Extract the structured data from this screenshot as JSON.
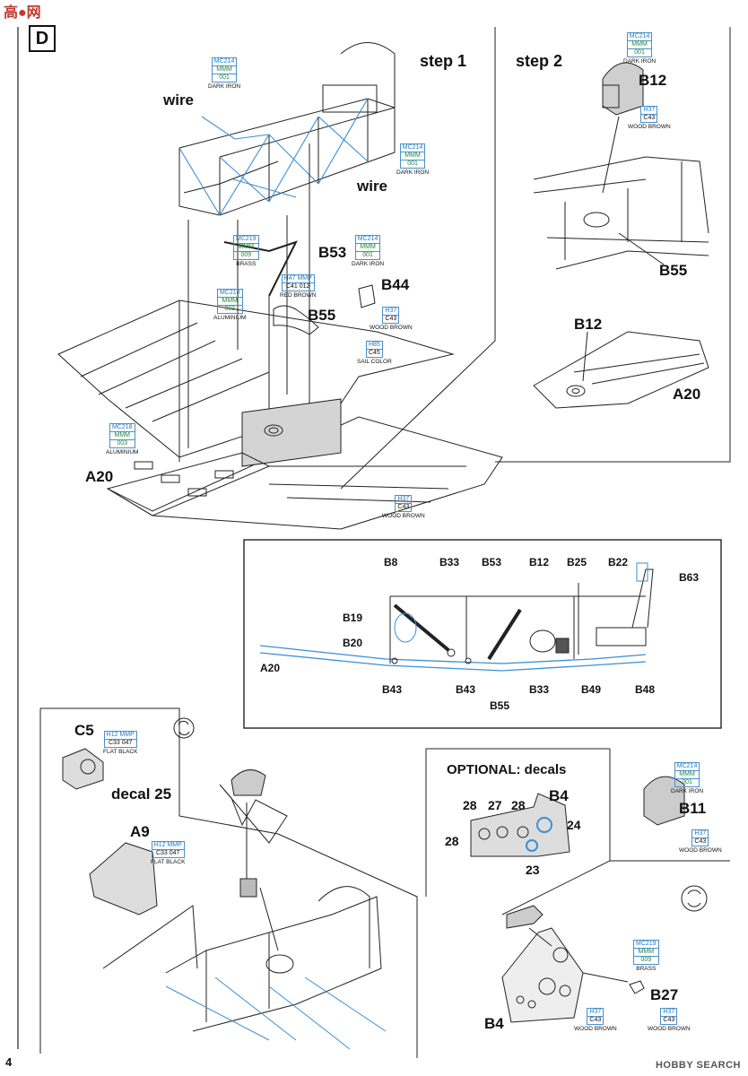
{
  "header": {
    "logo_text": "高●网",
    "section_letter": "D"
  },
  "steps": {
    "step1": "step 1",
    "step2": "step 2"
  },
  "wire_labels": [
    "wire",
    "wire"
  ],
  "parts": {
    "b53": "B53",
    "b44": "B44",
    "b55": "B55",
    "a20": "A20",
    "b12_top": "B12",
    "b55_right": "B55",
    "b12_mid": "B12",
    "a20_right": "A20",
    "c5": "C5",
    "decal25": "decal 25",
    "a9": "A9",
    "b4": "B4",
    "b4_bottom": "B4",
    "b11": "B11",
    "b27": "B27"
  },
  "detail_labels": {
    "top": [
      "B8",
      "B33",
      "B53",
      "B12",
      "B25",
      "B22",
      "B63"
    ],
    "left": [
      "B19",
      "B20",
      "A20"
    ],
    "bottom": [
      "B43",
      "B43",
      "B55",
      "B33",
      "B49",
      "B48"
    ]
  },
  "optional": {
    "title": "OPTIONAL: decals",
    "numbers": [
      "28",
      "27",
      "28",
      "28",
      "24",
      "23"
    ],
    "b4": "B4"
  },
  "paints": [
    {
      "id": "p1",
      "rows": [
        [
          "MC214",
          "c-blue"
        ],
        [
          "MMM",
          "c-green"
        ],
        [
          "001",
          "c-green"
        ]
      ],
      "name": "DARK IRON"
    },
    {
      "id": "p2",
      "rows": [
        [
          "MC214",
          "c-blue"
        ],
        [
          "MMM",
          "c-green"
        ],
        [
          "001",
          "c-green"
        ]
      ],
      "name": "DARK IRON"
    },
    {
      "id": "p3",
      "rows": [
        [
          "MC219",
          "c-blue"
        ],
        [
          "MMM",
          "c-green"
        ],
        [
          "009",
          "c-green"
        ]
      ],
      "name": "BRASS"
    },
    {
      "id": "p4",
      "rows": [
        [
          "MC214",
          "c-blue"
        ],
        [
          "MMM",
          "c-green"
        ],
        [
          "001",
          "c-green"
        ]
      ],
      "name": "DARK IRON"
    },
    {
      "id": "p5",
      "rows": [
        [
          "H47 MMP",
          "c-blue"
        ],
        [
          "C41  012",
          "c-blk"
        ]
      ],
      "name": "RED BROWN"
    },
    {
      "id": "p6",
      "rows": [
        [
          "MC218",
          "c-blue"
        ],
        [
          "MMM",
          "c-green"
        ],
        [
          "003",
          "c-green"
        ]
      ],
      "name": "ALUMINIUM"
    },
    {
      "id": "p7",
      "rows": [
        [
          "H37",
          "c-blue"
        ],
        [
          "C43",
          "c-blk"
        ]
      ],
      "name": "WOOD BROWN"
    },
    {
      "id": "p8",
      "rows": [
        [
          "H85",
          "c-blue"
        ],
        [
          "C45",
          "c-blk"
        ]
      ],
      "name": "SAIL COLOR"
    },
    {
      "id": "p9",
      "rows": [
        [
          "MC218",
          "c-blue"
        ],
        [
          "MMM",
          "c-green"
        ],
        [
          "003",
          "c-green"
        ]
      ],
      "name": "ALUMINIUM"
    },
    {
      "id": "p10",
      "rows": [
        [
          "H37",
          "c-blue"
        ],
        [
          "C43",
          "c-blk"
        ]
      ],
      "name": "WOOD BROWN"
    },
    {
      "id": "p11",
      "rows": [
        [
          "MC214",
          "c-blue"
        ],
        [
          "MMM",
          "c-green"
        ],
        [
          "001",
          "c-green"
        ]
      ],
      "name": "DARK IRON"
    },
    {
      "id": "p12",
      "rows": [
        [
          "H37",
          "c-blue"
        ],
        [
          "C43",
          "c-blk"
        ]
      ],
      "name": "WOOD BROWN"
    },
    {
      "id": "p13",
      "rows": [
        [
          "H12 MMP",
          "c-blue"
        ],
        [
          "C33  047",
          "c-blk"
        ]
      ],
      "name": "FLAT BLACK"
    },
    {
      "id": "p14",
      "rows": [
        [
          "H12 MMP",
          "c-blue"
        ],
        [
          "C33  047",
          "c-blk"
        ]
      ],
      "name": "FLAT BLACK"
    },
    {
      "id": "p15",
      "rows": [
        [
          "MC214",
          "c-blue"
        ],
        [
          "MMM",
          "c-green"
        ],
        [
          "001",
          "c-green"
        ]
      ],
      "name": "DARK IRON"
    },
    {
      "id": "p16",
      "rows": [
        [
          "H37",
          "c-blue"
        ],
        [
          "C43",
          "c-blk"
        ]
      ],
      "name": "WOOD BROWN"
    },
    {
      "id": "p17",
      "rows": [
        [
          "MC219",
          "c-blue"
        ],
        [
          "MMM",
          "c-green"
        ],
        [
          "009",
          "c-green"
        ]
      ],
      "name": "BRASS"
    },
    {
      "id": "p18",
      "rows": [
        [
          "H37",
          "c-blue"
        ],
        [
          "C43",
          "c-blk"
        ]
      ],
      "name": "WOOD BROWN"
    },
    {
      "id": "p19",
      "rows": [
        [
          "H37",
          "c-blue"
        ],
        [
          "C43",
          "c-blk"
        ]
      ],
      "name": "WOOD BROWN"
    }
  ],
  "footer": {
    "page_number": "4",
    "watermark": "HOBBY SEARCH"
  },
  "colors": {
    "wire_blue": "#3a8fd6",
    "line": "#222222",
    "shade": "#bbbbbb"
  }
}
